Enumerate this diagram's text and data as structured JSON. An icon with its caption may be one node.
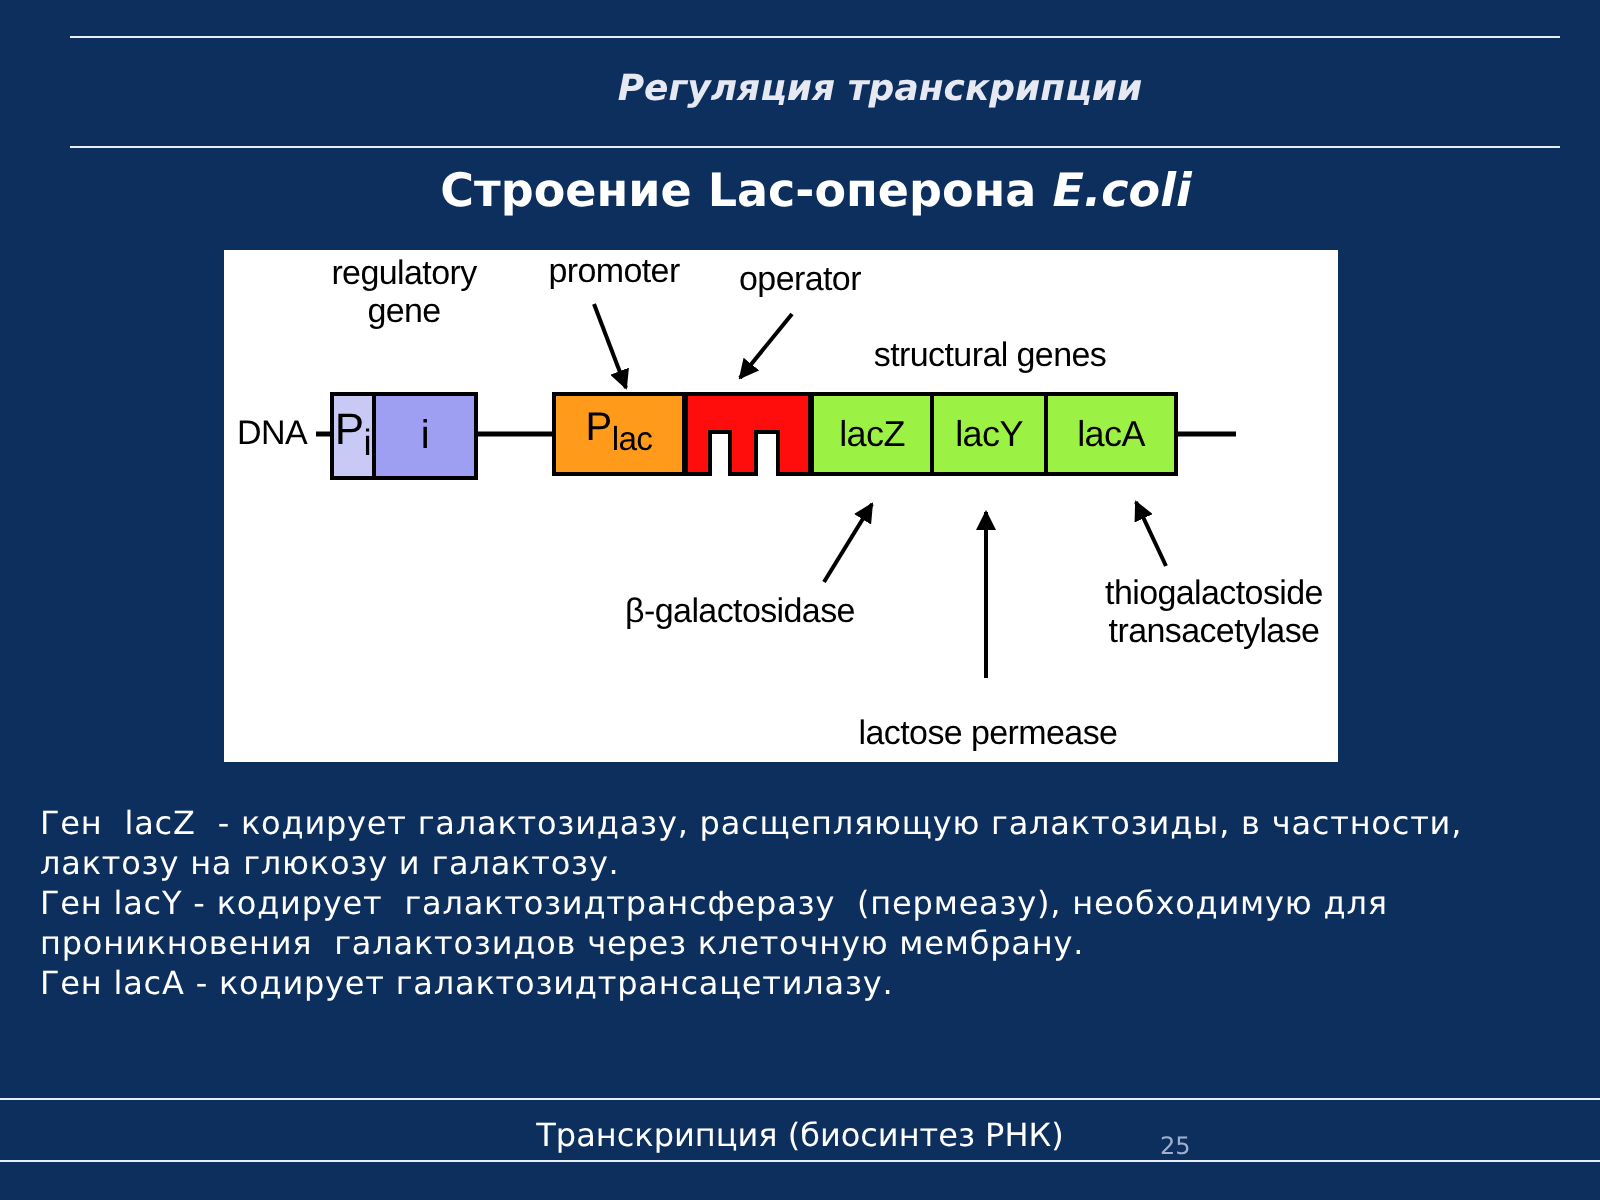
{
  "diagram": {
    "title": "Регуляция транскрипции",
    "nodes": [
      {
        "text": [
          "promoter"
        ]
      },
      {
        "text": [
          "operator"
        ]
      },
      {
        "text": [
          "DNA"
        ]
      },
      {
        "text": [
          "P$_{i}$"
        ]
      },
      {
        "text": [
          "i"
        ]
      },
      {
        "text": [
          "P$_{lac}$"
        ]
      },
      {
        "text": [],
        "shape": "box"
      },
      {
        "text": [
          "lacZ"
        ]
      },
      {
        "text": [
          "lacY"
        ]
      },
      {
        "text": [
          "lacA"
        ]
      },
      {
        "text": [
          "β-galactosidase"
        ]
      },
      {
        "text": [
          "thiogalactoside transacetylase"
        ]
      },
      {
        "text": [
          "lactose permease"
        ]
      }
    ],
    "edges": [
      {
        "from": 0,
        "to": 5,
        "arrow": "to"
      },
      {
        "from": 1,
        "to": 6,
        "arrow": "to"
      },
      {
        "from": 10,
        "to": 7,
        "arrow": "to"
      },
      {
        "from": 12,
        "to": 8,
        "arrow": "to"
      },
      {
        "from": 11,
        "to": 9,
        "arrow": "to"
      },
      {
        "from": 2,
        "to": 3,
        "arrow": "none"
      },
      {
        "from": 4,
        "to": 5,
        "arrow": "none"
      },
      {
        "from": 9,
        "to": null,
        "arrow": "none"
      }
    ],
    "labels": [
      "Строение Lac-оперона *E.coli*",
      "regulatory gene",
      "structural genes",
      "Ген  lacZ  - кодирует галактозидазу, расщепляющую галактозиды, в частности, лактозу на глюкозу и галактозу.",
      "Ген lacY - кодирует  галактозидтрансферазу  (пермеазу), необходимую для  проникновения  галактозидов через клеточную мембрану.",
      "Ген lacA - кодирует галактозидтрансацетилазу.",
      "Транскрипция (биосинтез РНК)",
      "25"
    ]
  }
}
